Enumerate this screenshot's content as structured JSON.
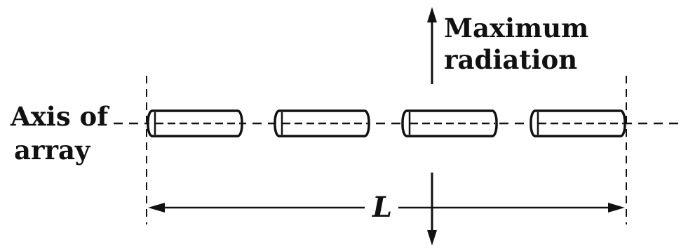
{
  "axis_label": {
    "line1": "Axis of",
    "line2": "array"
  },
  "radiation_label": {
    "line1": "Maximum",
    "line2": "radiation"
  },
  "length_label": "L",
  "colors": {
    "ink": "#111111",
    "background": "#ffffff"
  }
}
